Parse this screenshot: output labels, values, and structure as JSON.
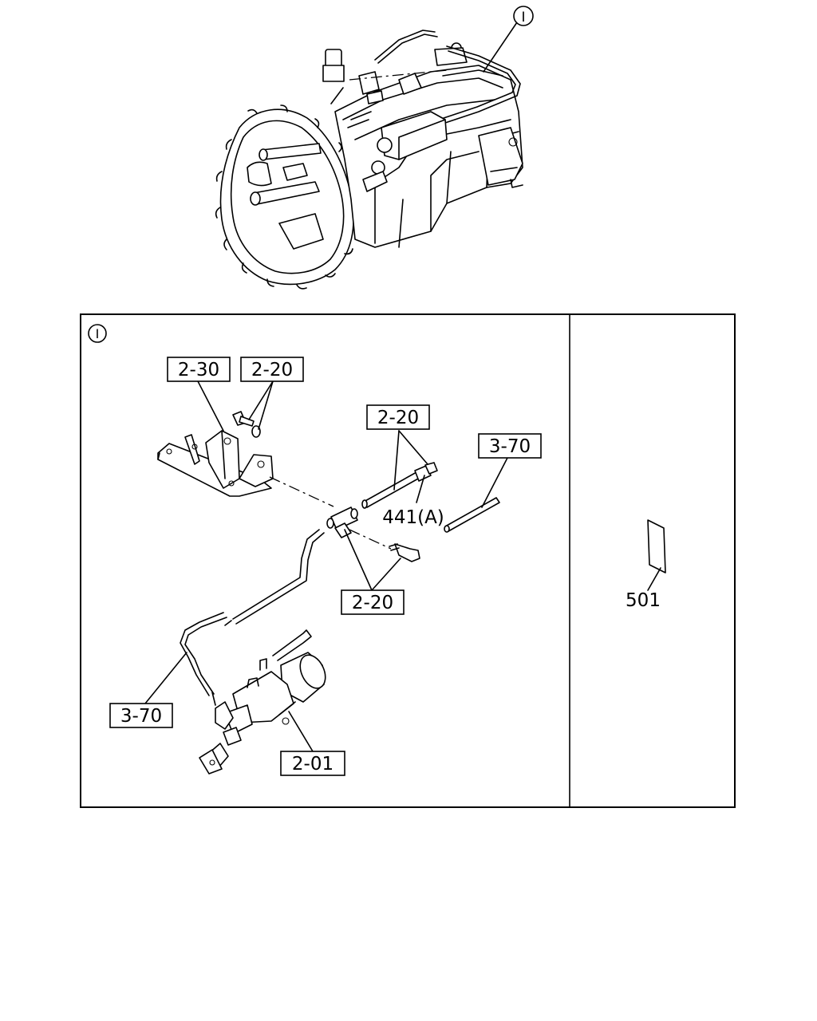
{
  "view_marker": "I",
  "detail_marker": "I",
  "part_labels": {
    "bracket": "2-30",
    "bracket_bolt": "2-20",
    "pipe_fitting_top": "2-20",
    "hose_right": "3-70",
    "connector_ref": "441(A)",
    "tee_fittings": "2-20",
    "hose_left": "3-70",
    "clutch_booster": "2-01",
    "side_label": "501"
  }
}
